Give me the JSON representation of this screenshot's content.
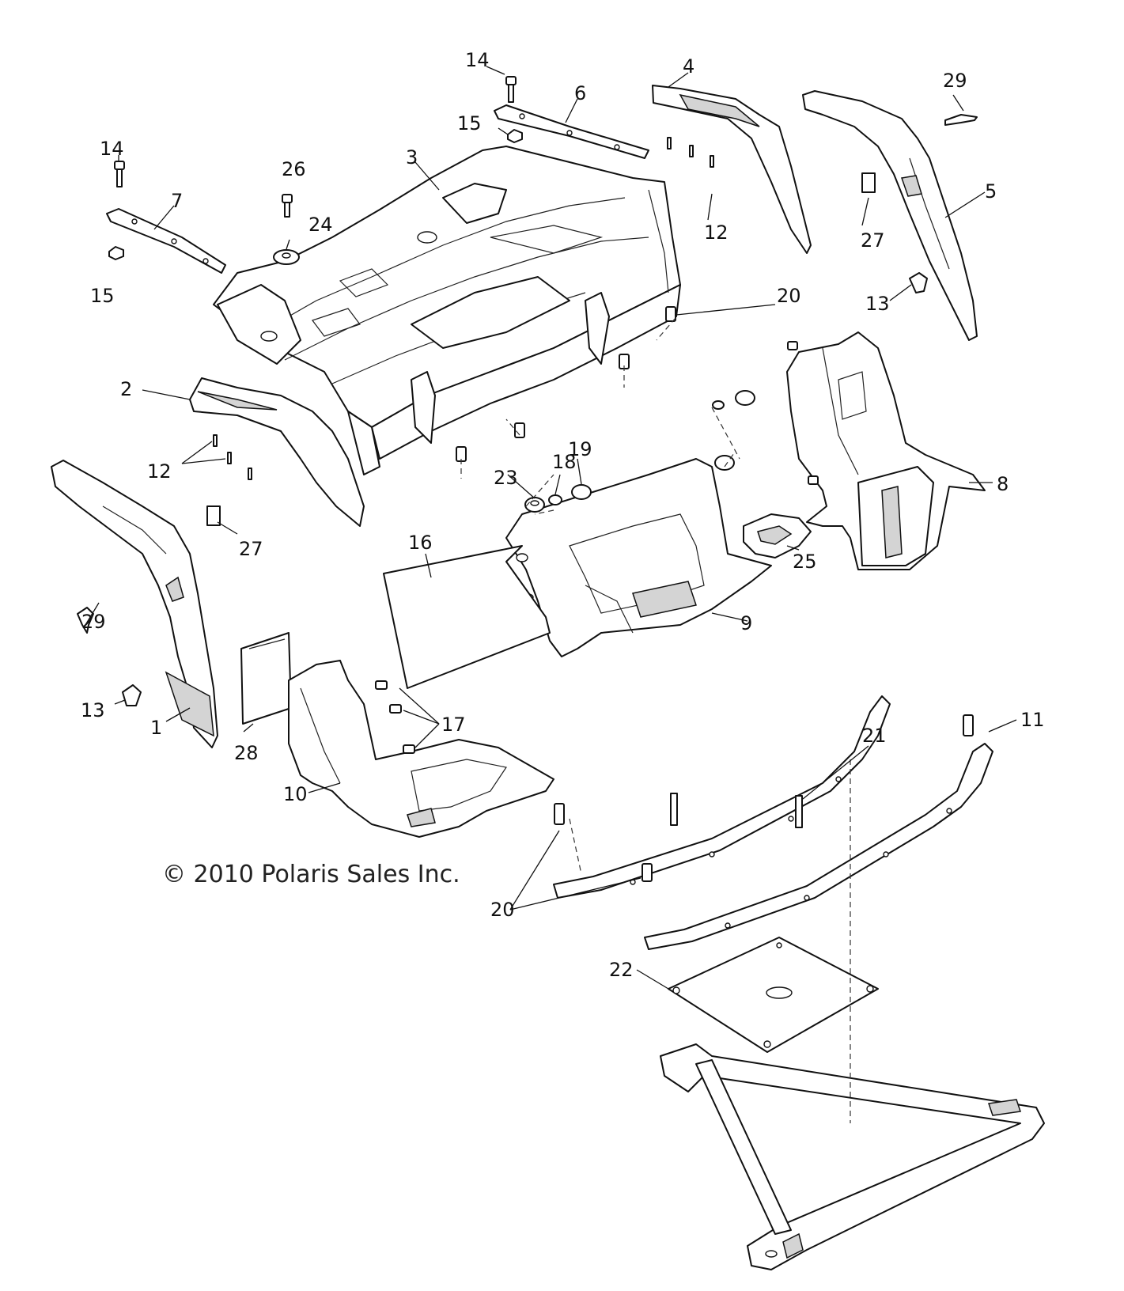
{
  "copyright": "© 2010 Polaris Sales Inc.",
  "callouts": {
    "c1": "1",
    "c2": "2",
    "c3": "3",
    "c4": "4",
    "c5": "5",
    "c6": "6",
    "c7": "7",
    "c8": "8",
    "c9": "9",
    "c10": "10",
    "c11": "11",
    "c12a": "12",
    "c12b": "12",
    "c13a": "13",
    "c13b": "13",
    "c14a": "14",
    "c14b": "14",
    "c15a": "15",
    "c15b": "15",
    "c16": "16",
    "c17": "17",
    "c18": "18",
    "c19": "19",
    "c20a": "20",
    "c20b": "20",
    "c21": "21",
    "c22": "22",
    "c23": "23",
    "c24": "24",
    "c25": "25",
    "c26": "26",
    "c27a": "27",
    "c27b": "27",
    "c28": "28",
    "c29a": "29",
    "c29b": "29"
  }
}
